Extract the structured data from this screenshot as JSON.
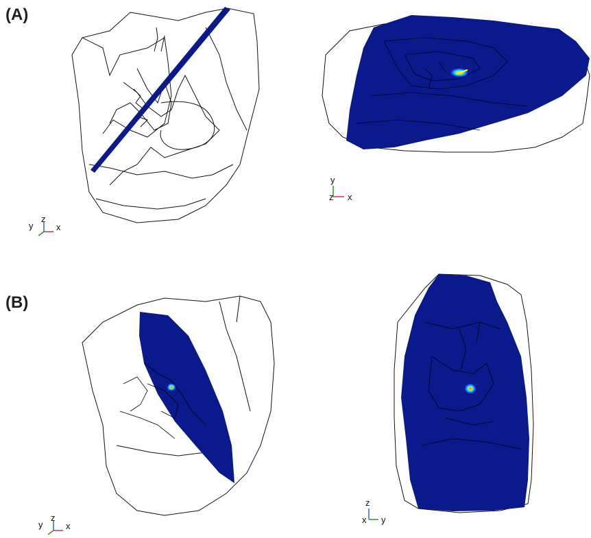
{
  "panels": {
    "a": {
      "label": "(A)"
    },
    "b": {
      "label": "(B)"
    }
  },
  "triads": {
    "a_left": {
      "labels": [
        "y",
        "z",
        "x"
      ]
    },
    "a_right": {
      "labels": [
        "y",
        "z",
        "x"
      ]
    },
    "b_left": {
      "labels": [
        "y",
        "z",
        "x"
      ]
    },
    "b_right": {
      "labels": [
        "z",
        "x",
        "y"
      ]
    }
  },
  "colors": {
    "plane_fill": "#0a1a8c",
    "wireframe": "#111111",
    "axis_x": "#d03050",
    "axis_y": "#2a9a2a",
    "axis_z": "#2a6ad0"
  }
}
